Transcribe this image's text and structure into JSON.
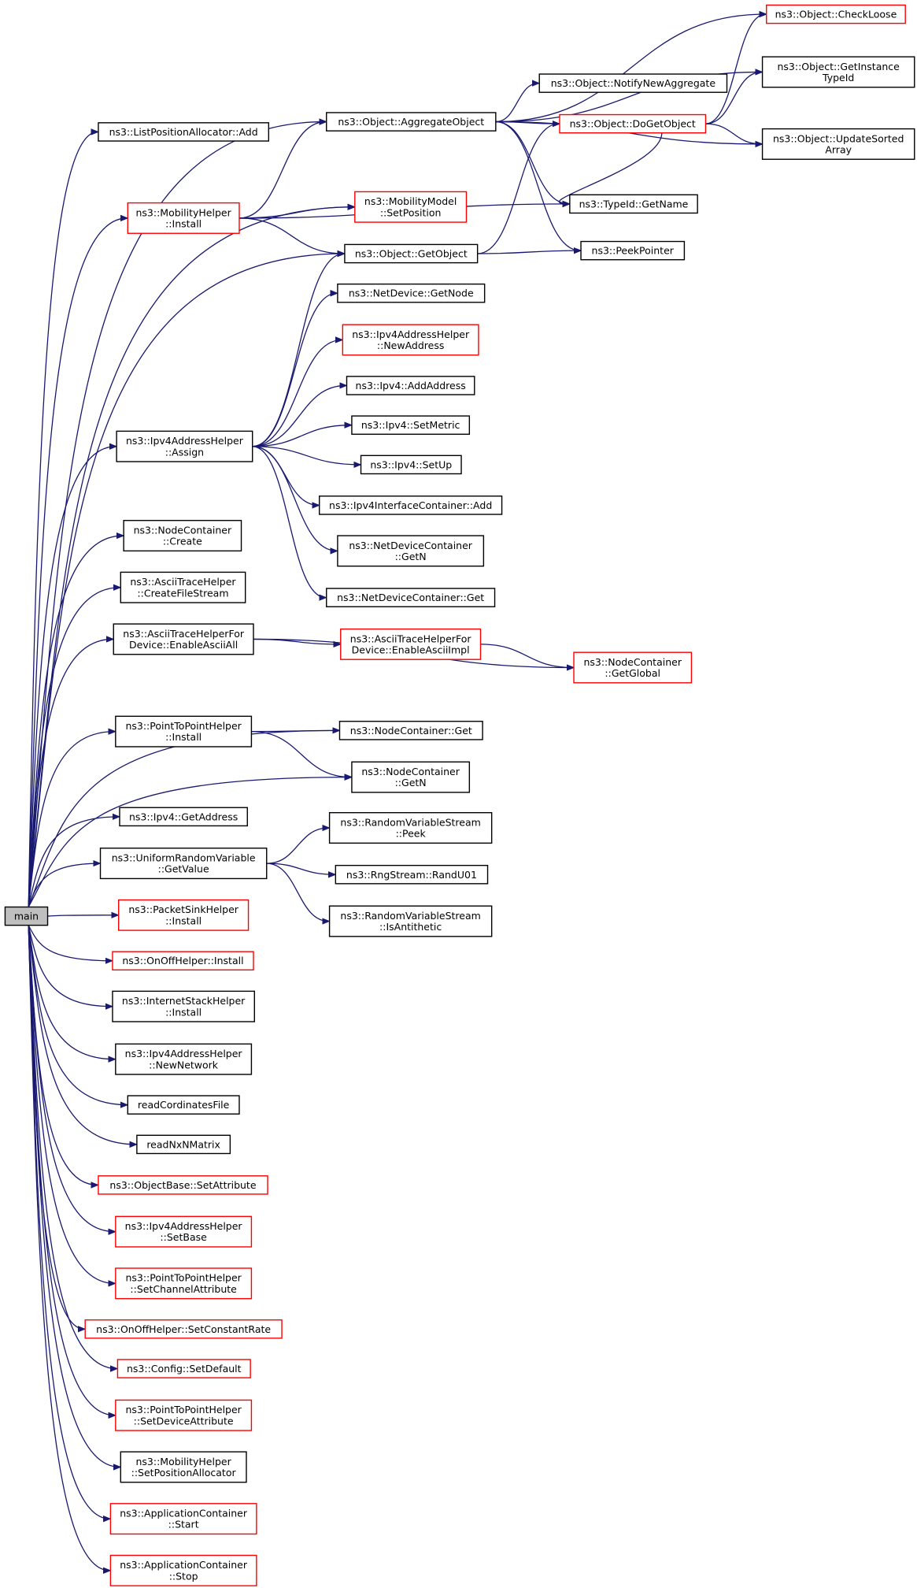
{
  "graph": {
    "type": "call-graph",
    "colors": {
      "edge": "#191970",
      "node_border_documented": "#000000",
      "node_border_truncated": "#ff0000",
      "root_fill": "#bfbfbf"
    },
    "nodes": [
      {
        "id": "main",
        "lines": [
          "main"
        ],
        "border": "root"
      },
      {
        "id": "lpa_add",
        "lines": [
          "ns3::ListPositionAllocator::Add"
        ],
        "border": "black"
      },
      {
        "id": "agg",
        "lines": [
          "ns3::Object::AggregateObject"
        ],
        "border": "black"
      },
      {
        "id": "checkloose",
        "lines": [
          "ns3::Object::CheckLoose"
        ],
        "border": "red"
      },
      {
        "id": "getinst",
        "lines": [
          "ns3::Object::GetInstance",
          "TypeId"
        ],
        "border": "black"
      },
      {
        "id": "notify",
        "lines": [
          "ns3::Object::NotifyNewAggregate"
        ],
        "border": "black"
      },
      {
        "id": "dogetobj",
        "lines": [
          "ns3::Object::DoGetObject"
        ],
        "border": "red"
      },
      {
        "id": "updsorted",
        "lines": [
          "ns3::Object::UpdateSorted",
          "Array"
        ],
        "border": "black"
      },
      {
        "id": "mob_install",
        "lines": [
          "ns3::MobilityHelper",
          "::Install"
        ],
        "border": "red"
      },
      {
        "id": "mm_setpos",
        "lines": [
          "ns3::MobilityModel",
          "::SetPosition"
        ],
        "border": "red"
      },
      {
        "id": "typeid_getname",
        "lines": [
          "ns3::TypeId::GetName"
        ],
        "border": "black"
      },
      {
        "id": "getobject",
        "lines": [
          "ns3::Object::GetObject"
        ],
        "border": "black"
      },
      {
        "id": "peekpointer",
        "lines": [
          "ns3::PeekPointer"
        ],
        "border": "black"
      },
      {
        "id": "nd_getnode",
        "lines": [
          "ns3::NetDevice::GetNode"
        ],
        "border": "black"
      },
      {
        "id": "ipv4h_newaddr",
        "lines": [
          "ns3::Ipv4AddressHelper",
          "::NewAddress"
        ],
        "border": "red"
      },
      {
        "id": "ipv4_addaddr",
        "lines": [
          "ns3::Ipv4::AddAddress"
        ],
        "border": "black"
      },
      {
        "id": "ipv4_setmetric",
        "lines": [
          "ns3::Ipv4::SetMetric"
        ],
        "border": "black"
      },
      {
        "id": "ipv4_setup",
        "lines": [
          "ns3::Ipv4::SetUp"
        ],
        "border": "black"
      },
      {
        "id": "ipv4ic_add",
        "lines": [
          "ns3::Ipv4InterfaceContainer::Add"
        ],
        "border": "black"
      },
      {
        "id": "ndc_getn",
        "lines": [
          "ns3::NetDeviceContainer",
          "::GetN"
        ],
        "border": "black"
      },
      {
        "id": "ndc_get",
        "lines": [
          "ns3::NetDeviceContainer::Get"
        ],
        "border": "black"
      },
      {
        "id": "ipv4h_assign",
        "lines": [
          "ns3::Ipv4AddressHelper",
          "::Assign"
        ],
        "border": "black"
      },
      {
        "id": "nc_create",
        "lines": [
          "ns3::NodeContainer",
          "::Create"
        ],
        "border": "black"
      },
      {
        "id": "ath_cfs",
        "lines": [
          "ns3::AsciiTraceHelper",
          "::CreateFileStream"
        ],
        "border": "black"
      },
      {
        "id": "athfd_enableall",
        "lines": [
          "ns3::AsciiTraceHelperFor",
          "Device::EnableAsciiAll"
        ],
        "border": "black"
      },
      {
        "id": "athfd_impl",
        "lines": [
          "ns3::AsciiTraceHelperFor",
          "Device::EnableAsciiImpl"
        ],
        "border": "red"
      },
      {
        "id": "nc_getglobal",
        "lines": [
          "ns3::NodeContainer",
          "::GetGlobal"
        ],
        "border": "red"
      },
      {
        "id": "p2p_install",
        "lines": [
          "ns3::PointToPointHelper",
          "::Install"
        ],
        "border": "black"
      },
      {
        "id": "nc_get",
        "lines": [
          "ns3::NodeContainer::Get"
        ],
        "border": "black"
      },
      {
        "id": "nc_getn",
        "lines": [
          "ns3::NodeContainer",
          "::GetN"
        ],
        "border": "black"
      },
      {
        "id": "ipv4_getaddr",
        "lines": [
          "ns3::Ipv4::GetAddress"
        ],
        "border": "black"
      },
      {
        "id": "urv_getvalue",
        "lines": [
          "ns3::UniformRandomVariable",
          "::GetValue"
        ],
        "border": "black"
      },
      {
        "id": "rvs_peek",
        "lines": [
          "ns3::RandomVariableStream",
          "::Peek"
        ],
        "border": "black"
      },
      {
        "id": "rng_randu01",
        "lines": [
          "ns3::RngStream::RandU01"
        ],
        "border": "black"
      },
      {
        "id": "rvs_isanti",
        "lines": [
          "ns3::RandomVariableStream",
          "::IsAntithetic"
        ],
        "border": "black"
      },
      {
        "id": "psh_install",
        "lines": [
          "ns3::PacketSinkHelper",
          "::Install"
        ],
        "border": "red"
      },
      {
        "id": "onoff_install",
        "lines": [
          "ns3::OnOffHelper::Install"
        ],
        "border": "red"
      },
      {
        "id": "ish_install",
        "lines": [
          "ns3::InternetStackHelper",
          "::Install"
        ],
        "border": "black"
      },
      {
        "id": "ipv4h_newnet",
        "lines": [
          "ns3::Ipv4AddressHelper",
          "::NewNetwork"
        ],
        "border": "black"
      },
      {
        "id": "readcoord",
        "lines": [
          "readCordinatesFile"
        ],
        "border": "black"
      },
      {
        "id": "readnxn",
        "lines": [
          "readNxNMatrix"
        ],
        "border": "black"
      },
      {
        "id": "ob_setattr",
        "lines": [
          "ns3::ObjectBase::SetAttribute"
        ],
        "border": "red"
      },
      {
        "id": "ipv4h_setbase",
        "lines": [
          "ns3::Ipv4AddressHelper",
          "::SetBase"
        ],
        "border": "red"
      },
      {
        "id": "p2p_setchan",
        "lines": [
          "ns3::PointToPointHelper",
          "::SetChannelAttribute"
        ],
        "border": "red"
      },
      {
        "id": "onoff_setrate",
        "lines": [
          "ns3::OnOffHelper::SetConstantRate"
        ],
        "border": "red"
      },
      {
        "id": "cfg_setdefault",
        "lines": [
          "ns3::Config::SetDefault"
        ],
        "border": "red"
      },
      {
        "id": "p2p_setdev",
        "lines": [
          "ns3::PointToPointHelper",
          "::SetDeviceAttribute"
        ],
        "border": "red"
      },
      {
        "id": "mob_setpa",
        "lines": [
          "ns3::MobilityHelper",
          "::SetPositionAllocator"
        ],
        "border": "black"
      },
      {
        "id": "app_start",
        "lines": [
          "ns3::ApplicationContainer",
          "::Start"
        ],
        "border": "red"
      },
      {
        "id": "app_stop",
        "lines": [
          "ns3::ApplicationContainer",
          "::Stop"
        ],
        "border": "red"
      }
    ],
    "edges": [
      [
        "main",
        "lpa_add"
      ],
      [
        "main",
        "agg"
      ],
      [
        "main",
        "mob_install"
      ],
      [
        "main",
        "mm_setpos"
      ],
      [
        "main",
        "getobject"
      ],
      [
        "main",
        "ipv4h_assign"
      ],
      [
        "main",
        "nc_create"
      ],
      [
        "main",
        "ath_cfs"
      ],
      [
        "main",
        "athfd_enableall"
      ],
      [
        "main",
        "nc_get"
      ],
      [
        "main",
        "p2p_install"
      ],
      [
        "main",
        "nc_getn"
      ],
      [
        "main",
        "ipv4_getaddr"
      ],
      [
        "main",
        "urv_getvalue"
      ],
      [
        "main",
        "psh_install"
      ],
      [
        "main",
        "onoff_install"
      ],
      [
        "main",
        "ish_install"
      ],
      [
        "main",
        "ipv4h_newnet"
      ],
      [
        "main",
        "readcoord"
      ],
      [
        "main",
        "readnxn"
      ],
      [
        "main",
        "ob_setattr"
      ],
      [
        "main",
        "ipv4h_setbase"
      ],
      [
        "main",
        "p2p_setchan"
      ],
      [
        "main",
        "onoff_setrate"
      ],
      [
        "main",
        "cfg_setdefault"
      ],
      [
        "main",
        "p2p_setdev"
      ],
      [
        "main",
        "mob_setpa"
      ],
      [
        "main",
        "app_start"
      ],
      [
        "main",
        "app_stop"
      ],
      [
        "agg",
        "checkloose"
      ],
      [
        "agg",
        "getinst"
      ],
      [
        "agg",
        "notify"
      ],
      [
        "agg",
        "dogetobj"
      ],
      [
        "agg",
        "updsorted"
      ],
      [
        "agg",
        "typeid_getname"
      ],
      [
        "agg",
        "peekpointer"
      ],
      [
        "dogetobj",
        "checkloose"
      ],
      [
        "dogetobj",
        "getinst"
      ],
      [
        "dogetobj",
        "updsorted"
      ],
      [
        "dogetobj",
        "typeid_getname"
      ],
      [
        "mob_install",
        "agg"
      ],
      [
        "mob_install",
        "mm_setpos"
      ],
      [
        "mob_install",
        "typeid_getname"
      ],
      [
        "mob_install",
        "getobject"
      ],
      [
        "getobject",
        "dogetobj"
      ],
      [
        "getobject",
        "peekpointer"
      ],
      [
        "ipv4h_assign",
        "getobject"
      ],
      [
        "ipv4h_assign",
        "nd_getnode"
      ],
      [
        "ipv4h_assign",
        "ipv4h_newaddr"
      ],
      [
        "ipv4h_assign",
        "ipv4_addaddr"
      ],
      [
        "ipv4h_assign",
        "ipv4_setmetric"
      ],
      [
        "ipv4h_assign",
        "ipv4_setup"
      ],
      [
        "ipv4h_assign",
        "ipv4ic_add"
      ],
      [
        "ipv4h_assign",
        "ndc_getn"
      ],
      [
        "ipv4h_assign",
        "ndc_get"
      ],
      [
        "athfd_enableall",
        "athfd_impl"
      ],
      [
        "athfd_enableall",
        "nc_getglobal"
      ],
      [
        "athfd_impl",
        "nc_getglobal"
      ],
      [
        "p2p_install",
        "nc_get"
      ],
      [
        "p2p_install",
        "nc_getn"
      ],
      [
        "urv_getvalue",
        "rvs_peek"
      ],
      [
        "urv_getvalue",
        "rng_randu01"
      ],
      [
        "urv_getvalue",
        "rvs_isanti"
      ]
    ]
  }
}
